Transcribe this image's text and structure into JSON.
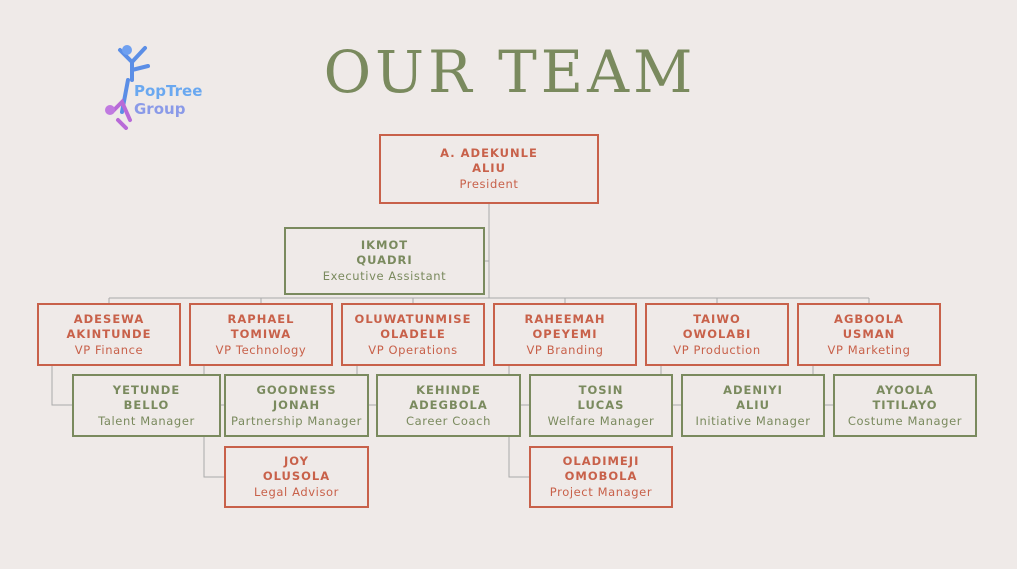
{
  "title": "OUR TEAM",
  "logo": {
    "text_line1": "PopTree",
    "text_line2": "Group"
  },
  "colors": {
    "red": "#c8614a",
    "green": "#7a8a5e",
    "background": "#efeae8"
  },
  "people": [
    {
      "name1": "A. ADEKUNLE",
      "name2": "ALIU",
      "role": "President"
    },
    {
      "name1": "IKMOT",
      "name2": "QUADRI",
      "role": "Executive Assistant"
    },
    {
      "name1": "ADESEWA",
      "name2": "AKINTUNDE",
      "role": "VP Finance"
    },
    {
      "name1": "RAPHAEL",
      "name2": "TOMIWA",
      "role": "VP Technology"
    },
    {
      "name1": "OLUWATUNMISE",
      "name2": "OLADELE",
      "role": "VP Operations"
    },
    {
      "name1": "RAHEEMAH",
      "name2": "OPEYEMI",
      "role": "VP Branding"
    },
    {
      "name1": "TAIWO",
      "name2": "OWOLABI",
      "role": "VP Production"
    },
    {
      "name1": "AGBOOLA",
      "name2": "USMAN",
      "role": "VP Marketing"
    },
    {
      "name1": "YETUNDE",
      "name2": "BELLO",
      "role": "Talent Manager"
    },
    {
      "name1": "GOODNESS",
      "name2": "JONAH",
      "role": "Partnership Manager"
    },
    {
      "name1": "KEHINDE",
      "name2": "ADEGBOLA",
      "role": "Career Coach"
    },
    {
      "name1": "TOSIN",
      "name2": "LUCAS",
      "role": "Welfare Manager"
    },
    {
      "name1": "ADENIYI",
      "name2": "ALIU",
      "role": "Initiative Manager"
    },
    {
      "name1": "AYOOLA",
      "name2": "TITILAYO",
      "role": "Costume Manager"
    },
    {
      "name1": "JOY",
      "name2": "OLUSOLA",
      "role": "Legal Advisor"
    },
    {
      "name1": "OLADIMEJI",
      "name2": "OMOBOLA",
      "role": "Project Manager"
    }
  ]
}
